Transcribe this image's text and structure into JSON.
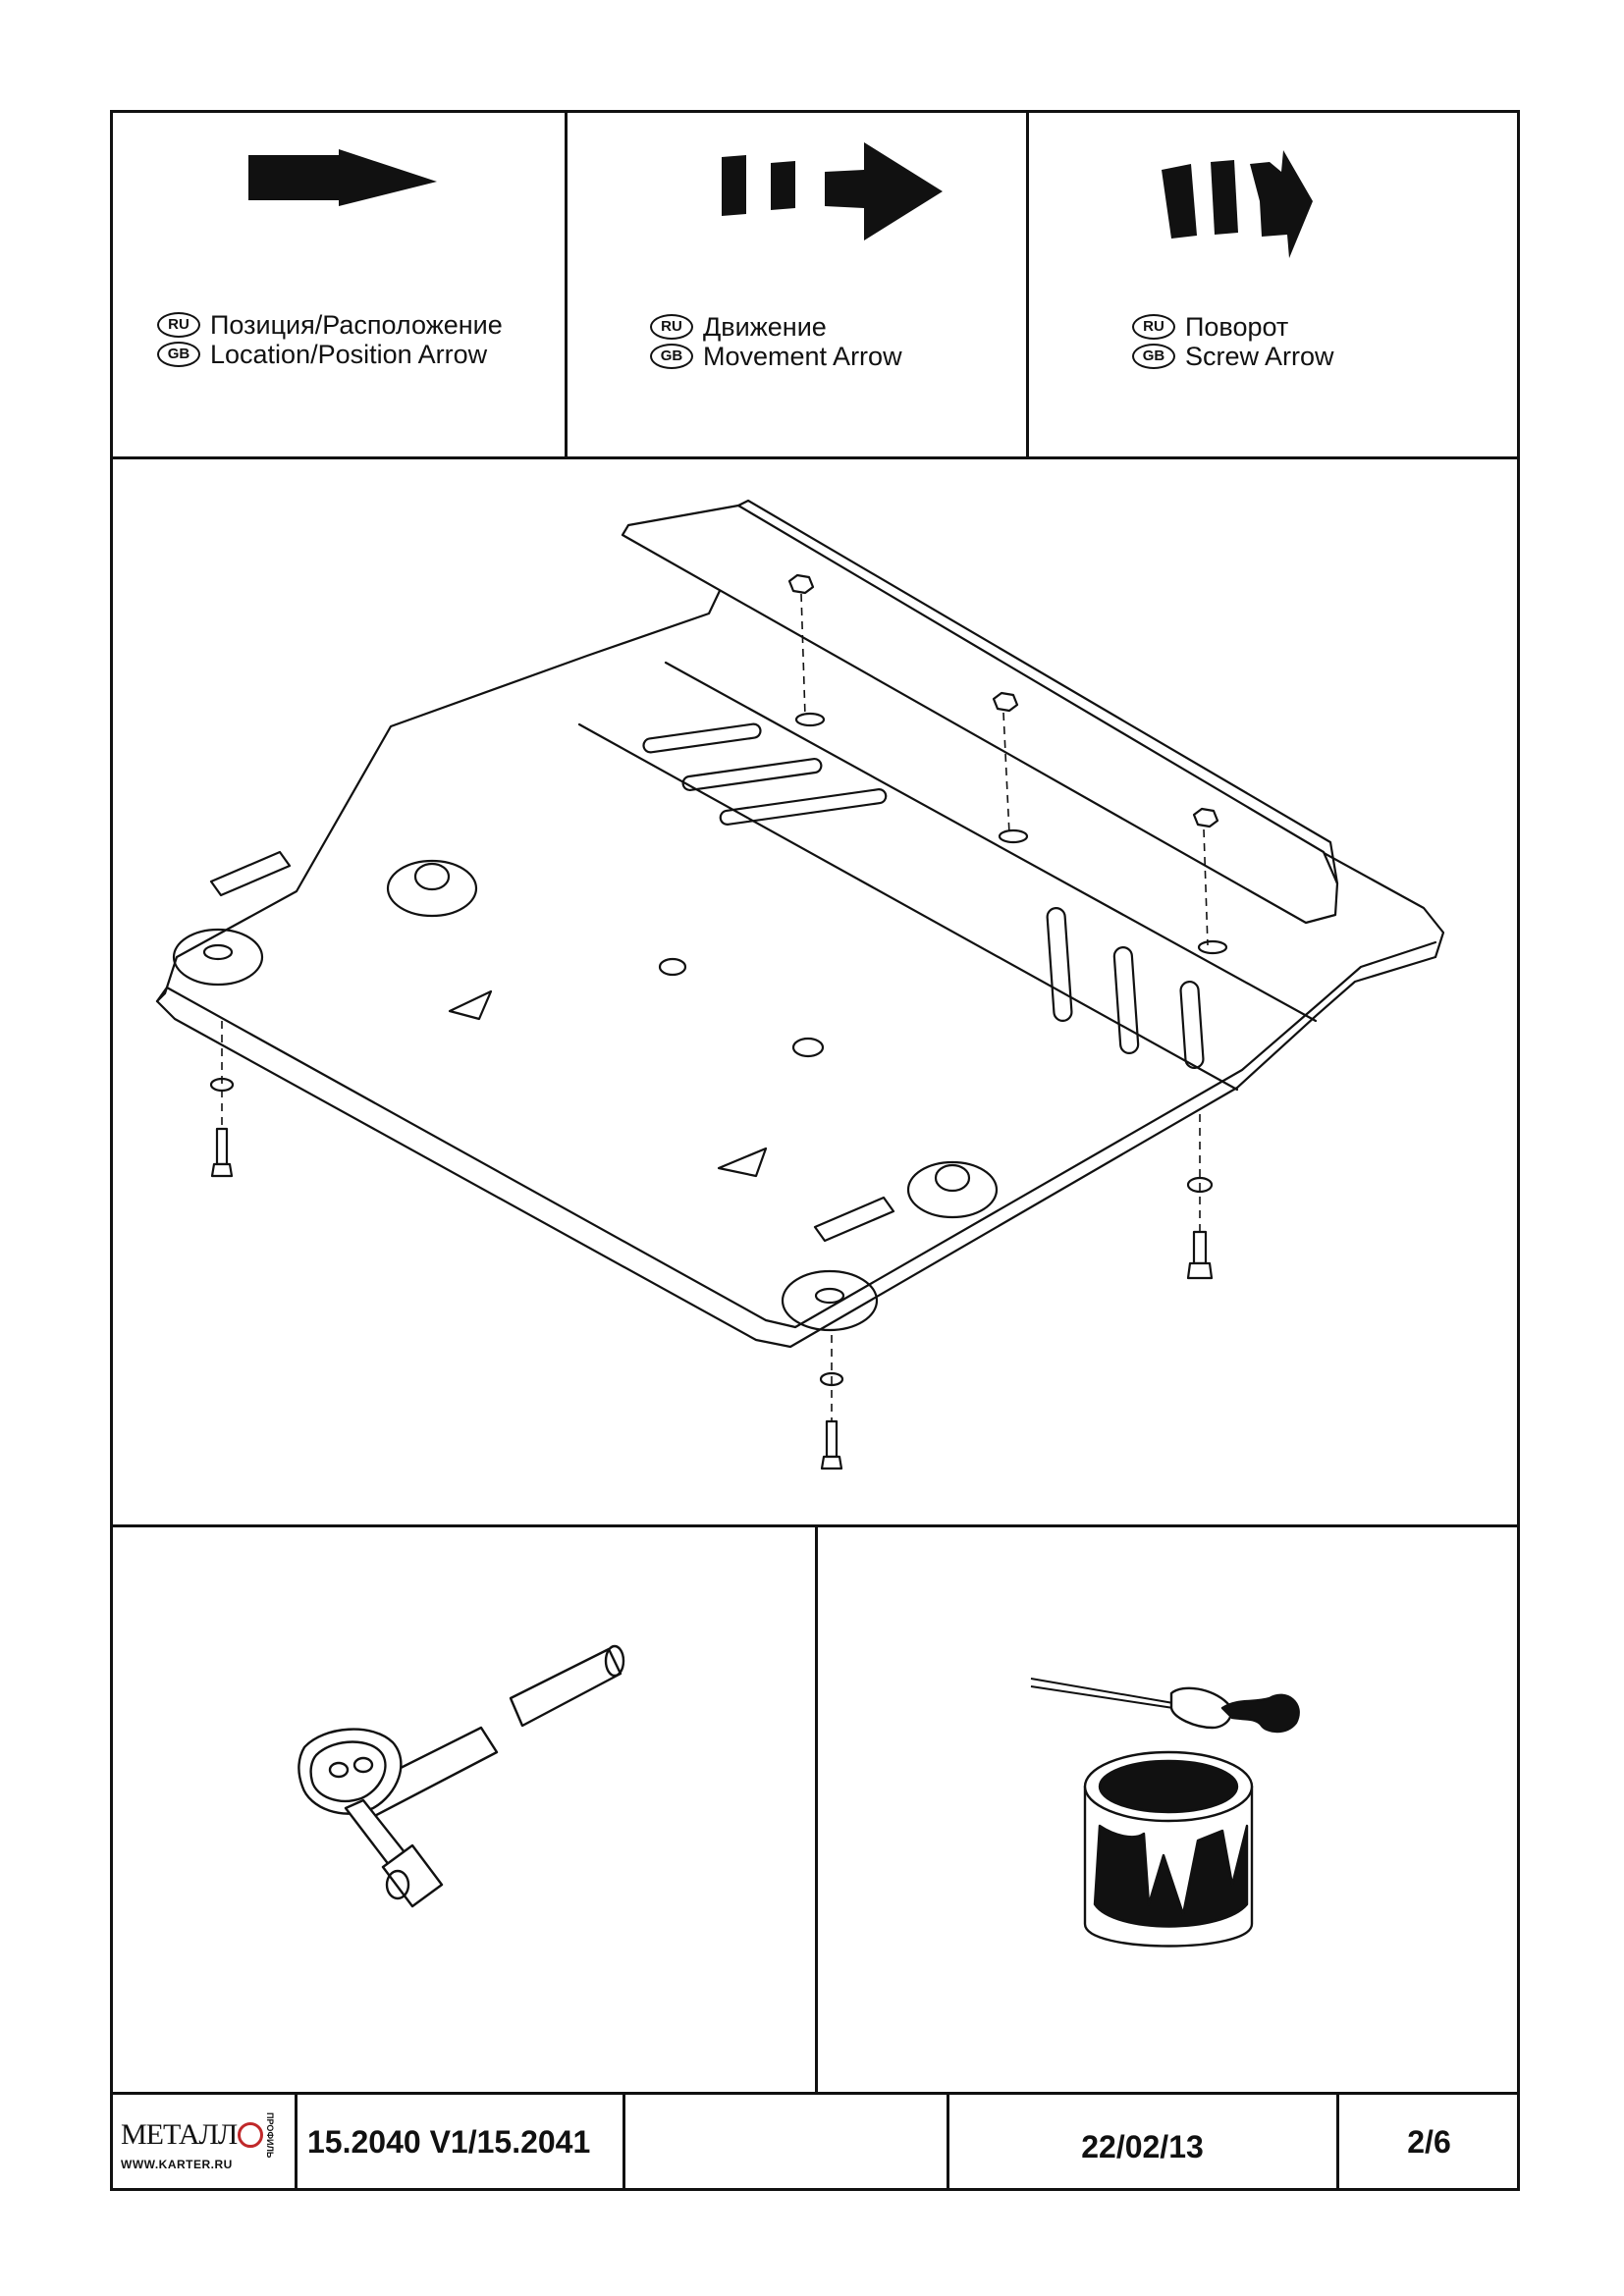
{
  "legend": [
    {
      "code_ru": "RU",
      "code_gb": "GB",
      "ru": "Позиция/Расположение",
      "gb": "Location/Position Arrow"
    },
    {
      "code_ru": "RU",
      "code_gb": "GB",
      "ru": "Движение",
      "gb": "Movement Arrow"
    },
    {
      "code_ru": "RU",
      "code_gb": "GB",
      "ru": "Поворот",
      "gb": "Screw Arrow"
    }
  ],
  "title_block": {
    "logo_main": "МЕТАЛЛ",
    "logo_side": "ПРОФИЛЬ",
    "logo_url": "WWW.KARTER.RU",
    "part_number": "15.2040 V1/15.2041",
    "blank": "",
    "date": "22/02/13",
    "page": "2/6"
  },
  "icons": [
    "location-arrow-icon",
    "movement-arrow-icon",
    "screw-arrow-icon",
    "ratchet-wrench-icon",
    "paint-can-brush-icon"
  ]
}
